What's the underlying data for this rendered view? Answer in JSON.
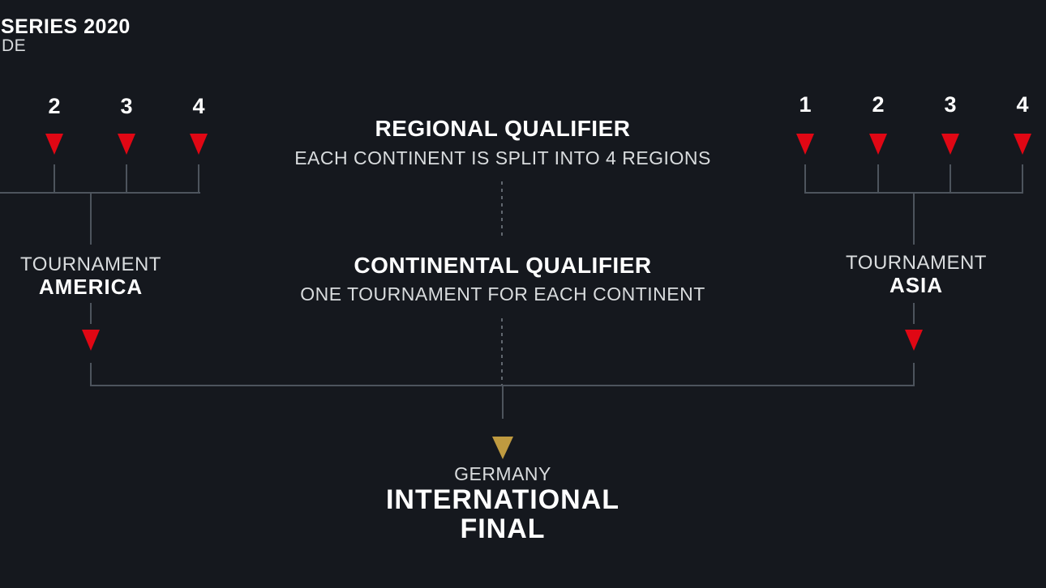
{
  "header": {
    "series_title": "SERIES 2020",
    "series_subtitle": "DE"
  },
  "stage_labels": {
    "regional": {
      "title": "REGIONAL QUALIFIER",
      "subtitle": "EACH CONTINENT IS SPLIT INTO 4 REGIONS"
    },
    "continental": {
      "title": "CONTINENTAL QUALIFIER",
      "subtitle": "ONE TOURNAMENT FOR EACH CONTINENT"
    },
    "final": {
      "location": "GERMANY",
      "title_line_1": "INTERNATIONAL",
      "title_line_2": "FINAL"
    }
  },
  "left_bracket": {
    "visible_region_numbers": [
      "2",
      "3",
      "4"
    ],
    "tournament_label": "TOURNAMENT",
    "tournament_name": "AMERICA"
  },
  "right_bracket": {
    "region_numbers": [
      "1",
      "2",
      "3",
      "4"
    ],
    "tournament_label": "TOURNAMENT",
    "tournament_name": "ASIA"
  },
  "icons": {
    "qualifier_marker": "red-triangle-down-icon",
    "final_marker": "gold-triangle-down-icon"
  },
  "colors": {
    "background": "#15181e",
    "line": "#4d545d",
    "dotted_line": "#61676f",
    "accent_red": "#e00714",
    "accent_gold": "#bf9a40",
    "text_primary": "#ffffff",
    "text_secondary": "#d9dcde"
  }
}
